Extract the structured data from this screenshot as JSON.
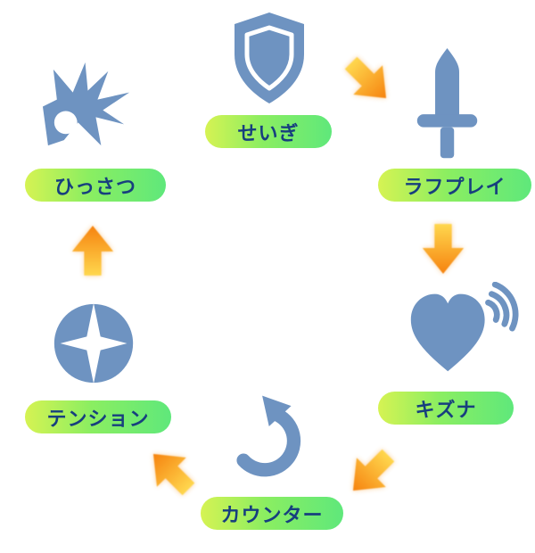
{
  "colors": {
    "background": "#ffffff",
    "icon_blue": "#6e93c1",
    "label_text": "#173f7e",
    "pill_green_light": "#d6f353",
    "pill_green": "#5fe87b",
    "arrow_orange_light": "#ffd74e",
    "arrow_orange": "#f6830f"
  },
  "nodes": [
    {
      "id": "seigi",
      "label": "せいぎ",
      "icon": "shield-icon"
    },
    {
      "id": "rough-play",
      "label": "ラフプレイ",
      "icon": "sword-icon"
    },
    {
      "id": "kizuna",
      "label": "キズナ",
      "icon": "heart-signal-icon"
    },
    {
      "id": "counter",
      "label": "カウンター",
      "icon": "spin-arrow-icon"
    },
    {
      "id": "tension",
      "label": "テンション",
      "icon": "sparkle-circle-icon"
    },
    {
      "id": "hissatsu",
      "label": "ひっさつ",
      "icon": "comet-icon"
    }
  ],
  "edges": [
    {
      "from": "せいぎ",
      "to": "ラフプレイ",
      "direction": "down-right"
    },
    {
      "from": "ラフプレイ",
      "to": "キズナ",
      "direction": "down"
    },
    {
      "from": "キズナ",
      "to": "カウンター",
      "direction": "down-left"
    },
    {
      "from": "カウンター",
      "to": "テンション",
      "direction": "up-left"
    },
    {
      "from": "テンション",
      "to": "ひっさつ",
      "direction": "up"
    }
  ]
}
